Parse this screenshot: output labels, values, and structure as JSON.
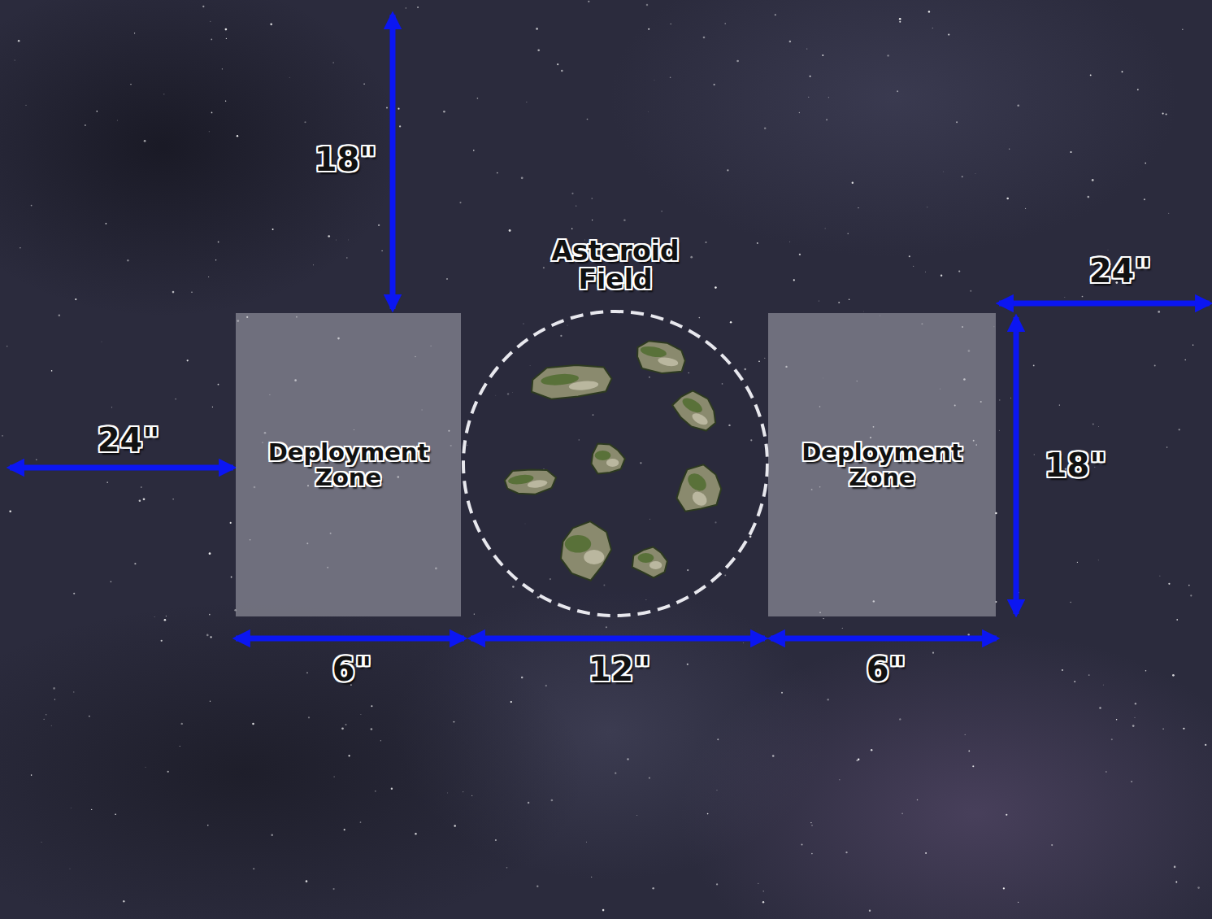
{
  "diagram": {
    "nodes": [
      {
        "text": [
          "Deployment Zone"
        ]
      },
      {
        "text": [
          "Asteroid Field"
        ]
      },
      {
        "text": [
          "Deployment Zone"
        ]
      }
    ],
    "labels": [
      "18\"",
      "24\"",
      "24\"",
      "18\"",
      "6\"",
      "12\"",
      "6\""
    ]
  }
}
